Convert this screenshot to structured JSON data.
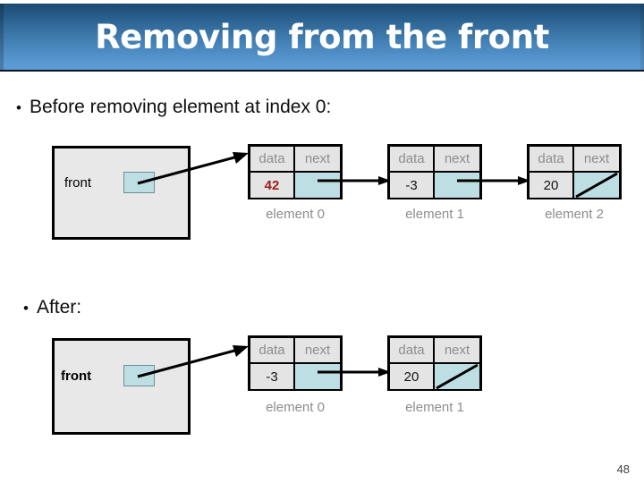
{
  "slide": {
    "title": "Removing from the front",
    "page_number": "48",
    "bullet_marker": "•",
    "accent_banner_top": "#1b4a72",
    "accent_banner_bottom": "#5b9bd5",
    "highlight_value_color": "#9e1b1b",
    "pointer_cell_color": "#bddfe4",
    "cell_color": "#e4e4e4",
    "box_color": "#e8e8e8"
  },
  "sections": [
    {
      "id": "before",
      "bullet": "Before removing element at index 0:",
      "front_label": "front",
      "front_label_bold": false,
      "nodes": [
        {
          "header_data": "data",
          "header_next": "next",
          "data": "42",
          "highlight": true,
          "caption": "element 0",
          "null_next": false
        },
        {
          "header_data": "data",
          "header_next": "next",
          "data": "-3",
          "highlight": false,
          "caption": "element 1",
          "null_next": false
        },
        {
          "header_data": "data",
          "header_next": "next",
          "data": "20",
          "highlight": false,
          "caption": "element 2",
          "null_next": true
        }
      ]
    },
    {
      "id": "after",
      "bullet": "After:",
      "front_label": "front",
      "front_label_bold": true,
      "nodes": [
        {
          "header_data": "data",
          "header_next": "next",
          "data": "-3",
          "highlight": false,
          "caption": "element 0",
          "null_next": false
        },
        {
          "header_data": "data",
          "header_next": "next",
          "data": "20",
          "highlight": false,
          "caption": "element 1",
          "null_next": true
        }
      ]
    }
  ]
}
